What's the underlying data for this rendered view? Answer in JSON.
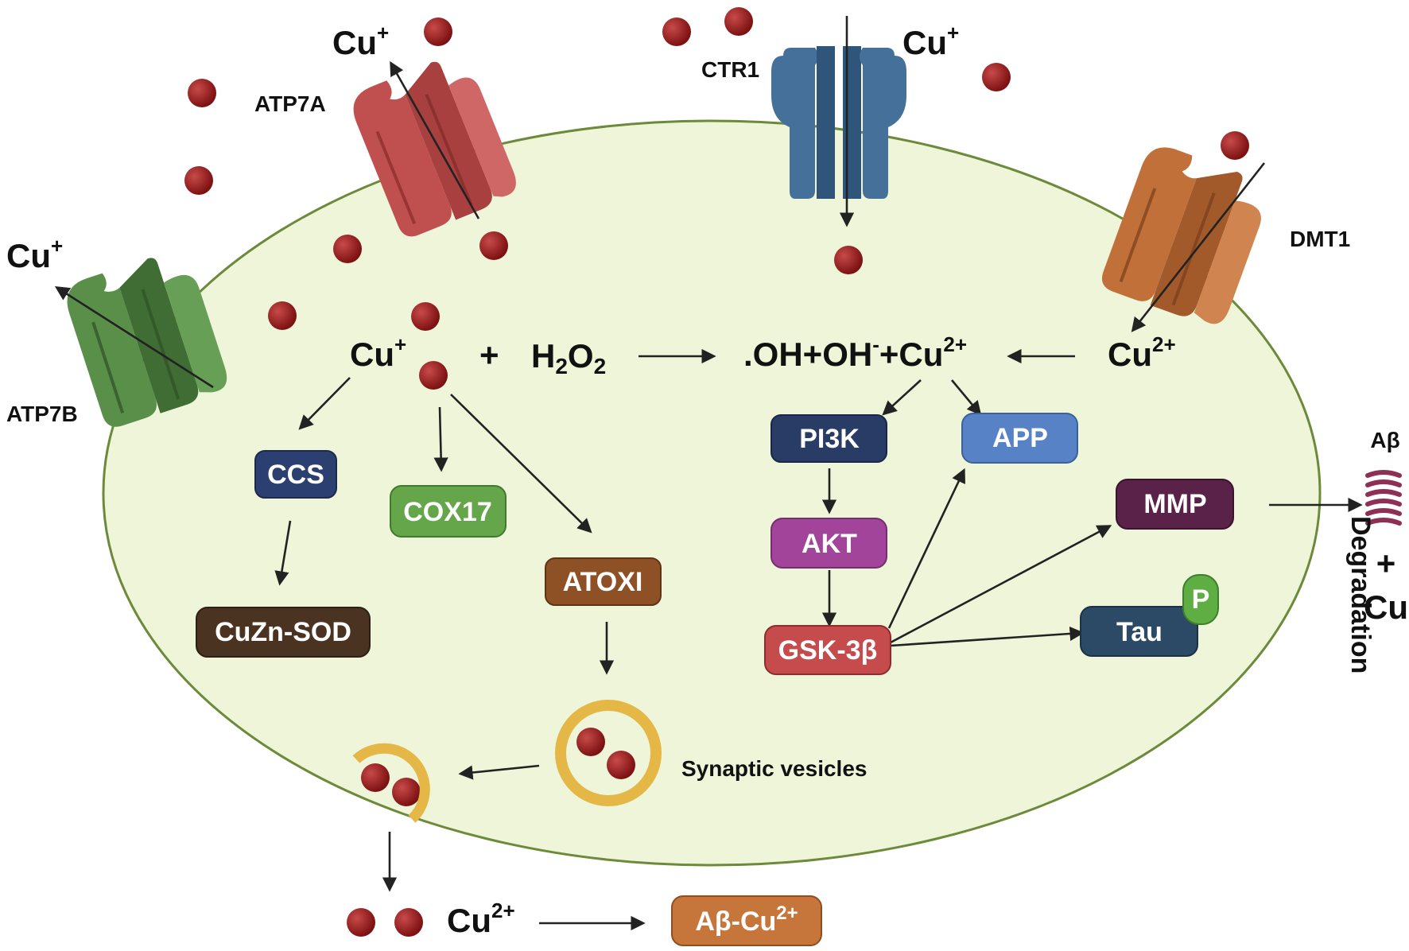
{
  "transporters": {
    "atp7a": "ATP7A",
    "ctr1": "CTR1",
    "dmt1": "DMT1",
    "atp7b": "ATP7B"
  },
  "ions": {
    "cu_plus": "Cu",
    "plus_sup": "+",
    "cu2": "Cu",
    "two_plus_sup": "2+",
    "minus_sup": "-",
    "h2o2_h": "H",
    "h2o2_2": "2",
    "h2o2_o": "O",
    "plus_sign": "+",
    "radical_a": ".OH+OH",
    "radical_b": "+Cu"
  },
  "boxes": {
    "ccs": "CCS",
    "cox17": "COX17",
    "atoxi": "ATOXI",
    "cuzn_sod": "CuZn-SOD",
    "pi3k": "PI3K",
    "akt": "AKT",
    "gsk3b": "GSK-3β",
    "app": "APP",
    "mmp": "MMP",
    "tau": "Tau",
    "phos": "P",
    "abeta_cu": "Aβ-Cu"
  },
  "labels": {
    "synaptic_vesicles": "Synaptic vesicles",
    "abeta": "Aβ",
    "degradation": "Degradation",
    "plus": "+",
    "cu": "Cu"
  },
  "colors": {
    "cell_fill": "#eef5d9",
    "cell_stroke": "#6d8a3a",
    "copper": "#9e1b1b",
    "atp7a": "#c0504f",
    "ctr1": "#3f6a92",
    "dmt1": "#c1703a",
    "atp7b": "#4e8040",
    "ccs": "#2b4070",
    "cox17": "#66a64b",
    "atoxi": "#8e5126",
    "cuzn_sod": "#4b3322",
    "pi3k": "#283c66",
    "akt": "#a2449a",
    "gsk3b": "#c64b4c",
    "app": "#5783c6",
    "mmp": "#5a2149",
    "tau": "#2c4a66",
    "phos": "#5fae43",
    "abeta_cu": "#c6763b",
    "vesicle": "#e4b746"
  }
}
